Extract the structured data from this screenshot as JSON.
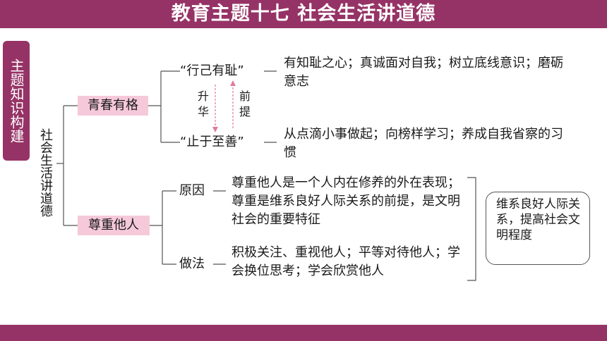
{
  "title": "教育主题十七 社会生活讲道德",
  "side_tab": "主题知识构建",
  "root": "社会生活讲道德",
  "branches": [
    {
      "label": "青春有格",
      "children": [
        {
          "label": "“行己有耻”",
          "desc": "有知耻之心；真诚面对自我；树立底线意识；磨砺意志"
        },
        {
          "label": "“止于至善”",
          "desc": "从点滴小事做起；向榜样学习；养成自我省察的习惯"
        }
      ],
      "links": {
        "up": "升华",
        "down": "前提"
      }
    },
    {
      "label": "尊重他人",
      "children": [
        {
          "label": "原因",
          "desc": "尊重他人是一个人内在修养的外在表现；尊重是维系良好人际关系的前提，是文明社会的重要特征"
        },
        {
          "label": "做法",
          "desc": "积极关注、重视他人；平等对待他人；学会换位思考；学会欣赏他人"
        }
      ],
      "summary": "维系良好人际关系，提高社会文明程度"
    }
  ],
  "colors": {
    "brand": "#963366",
    "branch_fill": "#f5c9d9",
    "arrow": "#e07aa0"
  }
}
